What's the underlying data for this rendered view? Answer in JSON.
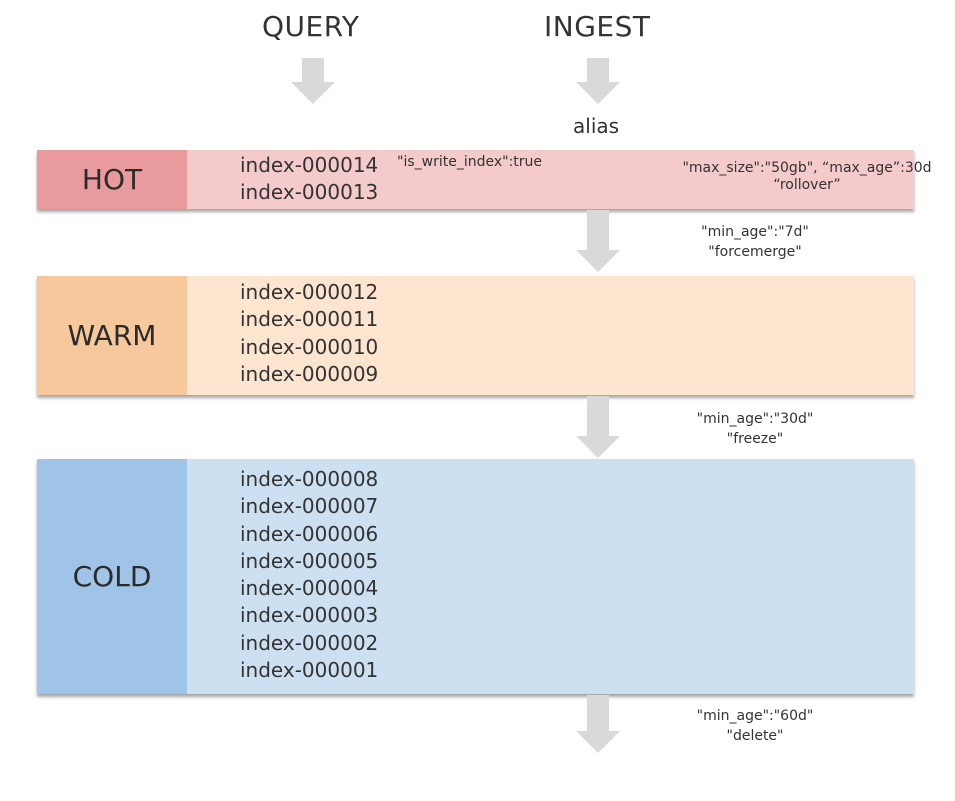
{
  "colors": {
    "hot_head": "#e89a9c",
    "hot_body": "#f4cacb",
    "warm_head": "#f7c89b",
    "warm_body": "#fde5cf",
    "cold_head": "#a0c4e7",
    "cold_body": "#cde0f2",
    "arrow": "#d9d9d9"
  },
  "labels": {
    "query": "QUERY",
    "ingest": "INGEST",
    "alias": "alias"
  },
  "tiers": {
    "hot": {
      "name": "HOT",
      "indices": [
        "index-000014",
        "index-000013"
      ],
      "write_index_note": "\"is_write_index\":true",
      "rollover_line1": "\"max_size\":\"50gb\", “max_age”:30d",
      "rollover_line2": "“rollover”"
    },
    "warm": {
      "name": "WARM",
      "indices": [
        "index-000012",
        "index-000011",
        "index-000010",
        "index-000009"
      ]
    },
    "cold": {
      "name": "COLD",
      "indices": [
        "index-000008",
        "index-000007",
        "index-000006",
        "index-000005",
        "index-000004",
        "index-000003",
        "index-000002",
        "index-000001"
      ]
    }
  },
  "transitions": {
    "hot_to_warm": {
      "line1": "\"min_age\":\"7d\"",
      "line2": "\"forcemerge\""
    },
    "warm_to_cold": {
      "line1": "\"min_age\":\"30d\"",
      "line2": "\"freeze\""
    },
    "cold_to_delete": {
      "line1": "\"min_age\":\"60d\"",
      "line2": "\"delete\""
    }
  }
}
